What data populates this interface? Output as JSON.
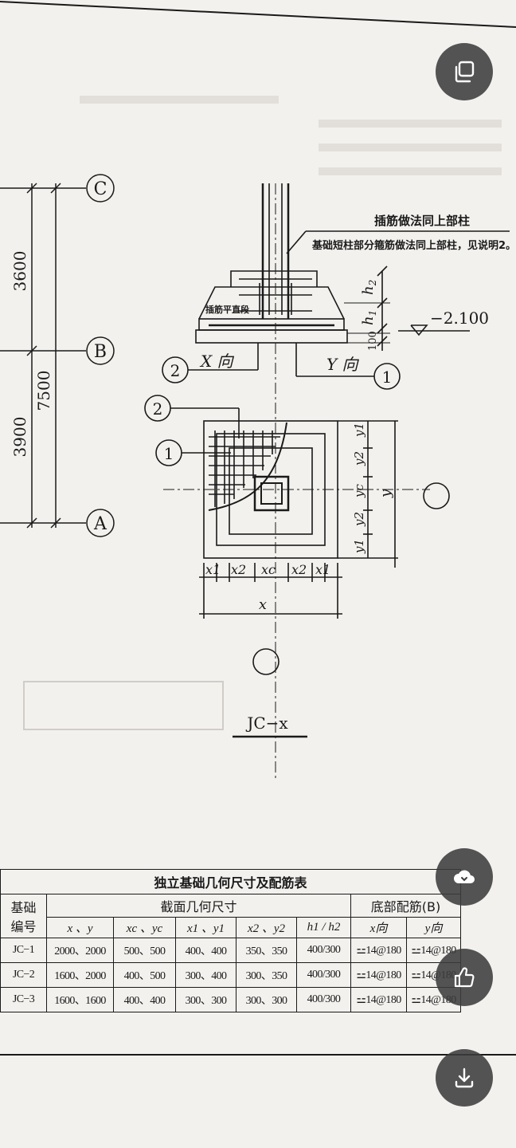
{
  "drawing": {
    "axis_labels": [
      "C",
      "B",
      "A"
    ],
    "dim_3600": "3600",
    "dim_3900": "3900",
    "dim_7500": "7500",
    "note_1": "插筋做法同上部柱",
    "note_2": "基础短柱部分箍筋做法同上部柱，见说明2。",
    "note_3": "插筋平直段",
    "elevation": "−2.100",
    "x_dir": "X 向",
    "y_dir": "Y 向",
    "rebar_1": "1",
    "rebar_2": "2",
    "h1": "h",
    "h1_sub": "1",
    "h2": "h",
    "h2_sub": "2",
    "dim_100": "100",
    "dims_x": [
      "x1",
      "x2",
      "xc",
      "x2",
      "x1"
    ],
    "dim_x": "x",
    "dims_y": [
      "y1",
      "y2",
      "yc",
      "y2",
      "y1"
    ],
    "dim_y": "y",
    "title": "JC−x"
  },
  "table": {
    "title": "独立基础几何尺寸及配筋表",
    "col_id_1": "基础",
    "col_id_2": "编号",
    "col_section": "截面几何尺寸",
    "col_rebar": "底部配筋(B)",
    "sub_headers": [
      "x 、y",
      "xc 、yc",
      "x1 、y1",
      "x2 、y2",
      "h1 / h2",
      "x向",
      "y向"
    ],
    "rows": [
      {
        "id": "JC−1",
        "xy": "2000、2000",
        "xcyc": "500、500",
        "x1y1": "400、400",
        "x2y2": "350、350",
        "h": "400/300",
        "rx": "⚍14@180",
        "ry": "⚍14@180"
      },
      {
        "id": "JC−2",
        "xy": "1600、2000",
        "xcyc": "400、500",
        "x1y1": "300、400",
        "x2y2": "300、350",
        "h": "400/300",
        "rx": "⚍14@180",
        "ry": "⚍14@180"
      },
      {
        "id": "JC−3",
        "xy": "1600、1600",
        "xcyc": "400、400",
        "x1y1": "300、300",
        "x2y2": "300、300",
        "h": "400/300",
        "rx": "⚍14@180",
        "ry": "⚍14@180"
      }
    ]
  },
  "icons": {
    "copy": "copy-icon",
    "cloud": "cloud-icon",
    "like": "thumbs-up-icon",
    "download": "download-icon"
  }
}
